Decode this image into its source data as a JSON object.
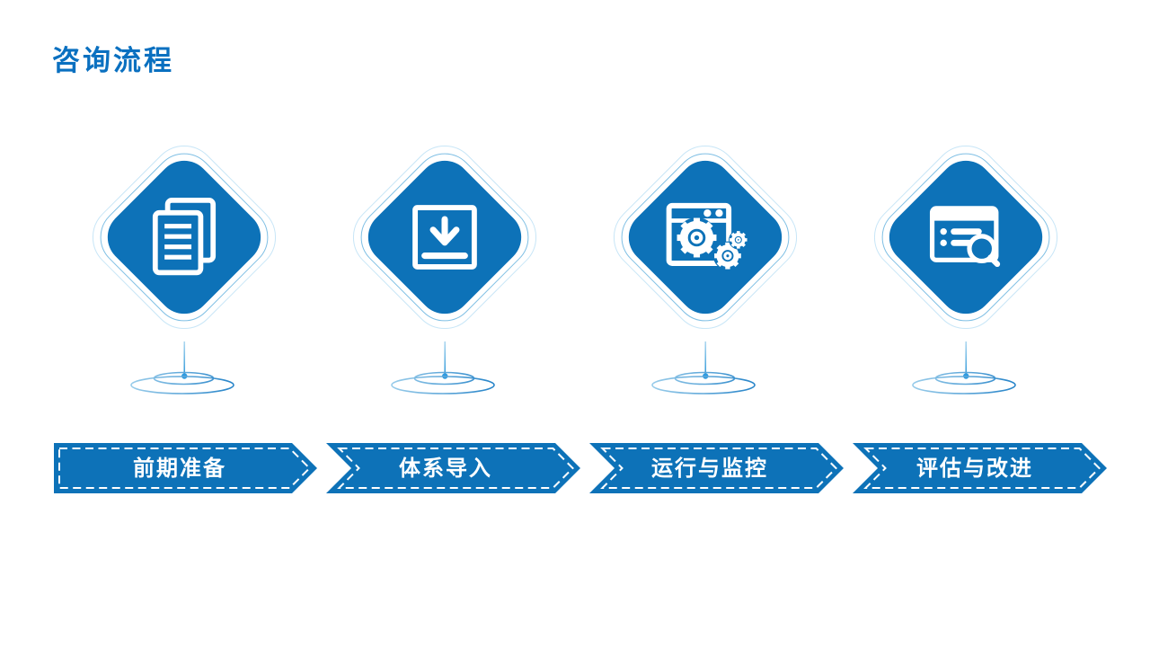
{
  "slide": {
    "title": "咨询流程",
    "background": "#ffffff"
  },
  "colors": {
    "title_blue": "#0a70c0",
    "primary_blue": "#0d72b8",
    "ring_inner_blue": "#7fbfe4",
    "ring_outer_blue": "#c8e6f7",
    "banner_text": "#ffffff",
    "ripple_blue": "#2a80c4",
    "pin_dot_blue": "#2e9be0"
  },
  "stages": [
    {
      "label": "前期准备",
      "icon": "documents-icon"
    },
    {
      "label": "体系导入",
      "icon": "download-icon"
    },
    {
      "label": "运行与监控",
      "icon": "window-gears-icon"
    },
    {
      "label": "评估与改进",
      "icon": "window-search-icon"
    }
  ]
}
